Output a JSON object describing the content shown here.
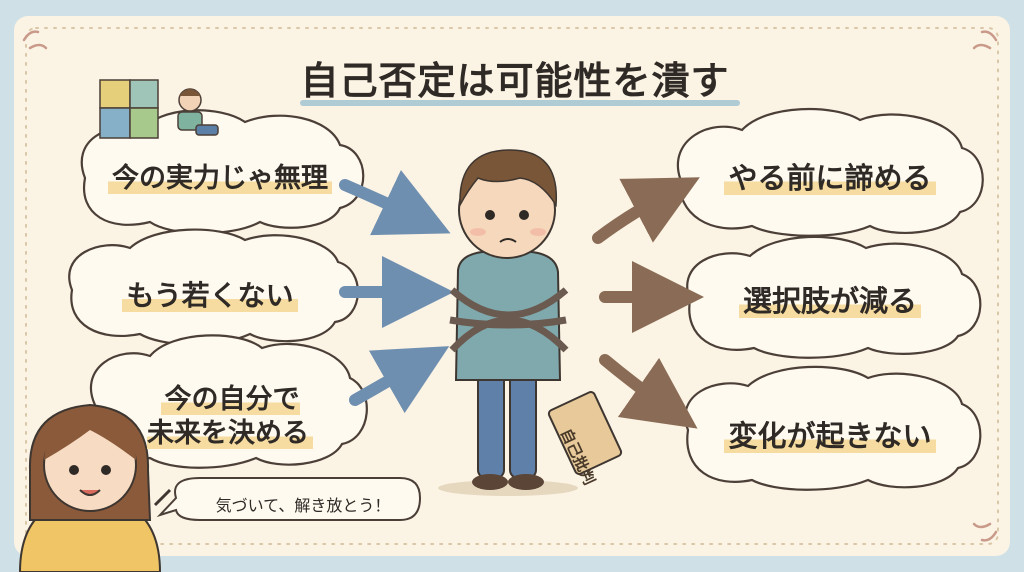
{
  "title": "自己否定は可能性を潰す",
  "left_thoughts": [
    "今の実力じゃ無理",
    "もう若くない",
    "今の自分で\n未来を決める"
  ],
  "right_results": [
    "やる前に諦める",
    "選択肢が減る",
    "変化が起きない"
  ],
  "tag_label": "自己批判",
  "guide_speech": "気づいて、解き放とう！",
  "colors": {
    "background": "#cfe1e6",
    "paper": "#fbf3e4",
    "arrow_blue": "#6f8fb0",
    "arrow_brown": "#8a6b55",
    "highlight": "#f6dca0"
  }
}
